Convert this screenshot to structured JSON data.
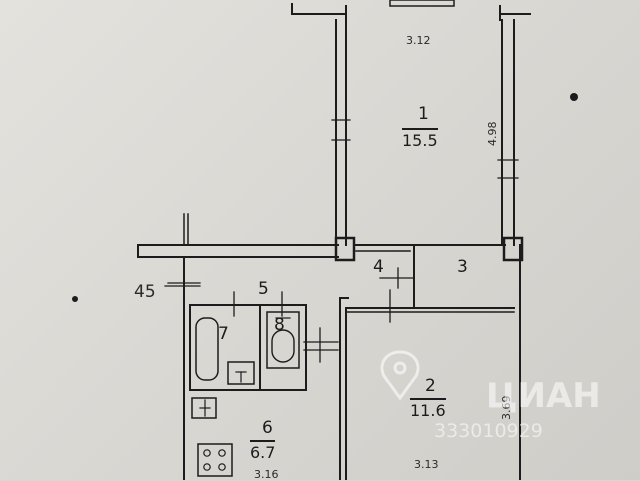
{
  "rooms": [
    {
      "number": "1",
      "area": "15.5"
    },
    {
      "number": "2",
      "area": "11.6"
    },
    {
      "number": "3"
    },
    {
      "number": "4"
    },
    {
      "number": "5"
    },
    {
      "number": "6",
      "area": "6.7"
    },
    {
      "number": "7"
    },
    {
      "number": "8"
    }
  ],
  "dimensions": {
    "room1_width": "3.12",
    "room1_length": "4.98",
    "room2_width": "3.13",
    "room2_length": "3.69",
    "room6_width": "3.16",
    "side_mark": "45"
  },
  "watermark": {
    "brand": "ЦИАН",
    "id": "333010929"
  },
  "colors": {
    "paper": "#dcdad5",
    "ink": "#1c1c1c"
  }
}
